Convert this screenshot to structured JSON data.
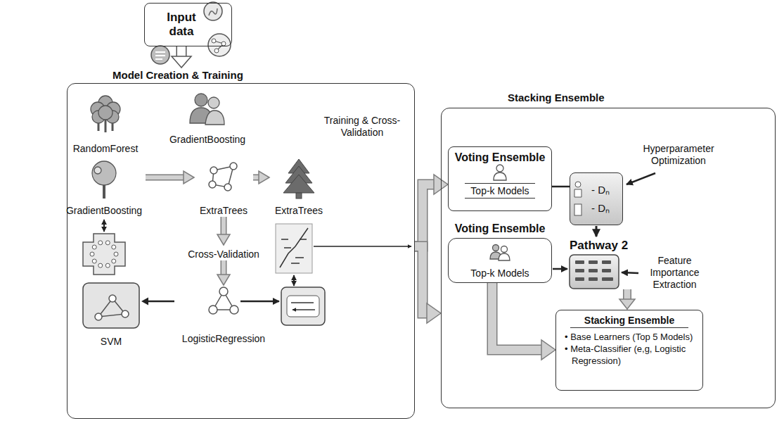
{
  "diagram": {
    "nodes": [
      {
        "text": [
          "Input data"
        ]
      },
      {
        "text": [
          "Model Creation & Training"
        ]
      },
      {
        "text": [
          "RandomForest"
        ],
        "in": 1
      },
      {
        "text": [
          "GradientBoosting"
        ],
        "in": 1
      },
      {
        "text": [
          "GradientBoosting"
        ],
        "in": 1
      },
      {
        "text": [
          "ExtraTrees"
        ],
        "in": 1
      },
      {
        "text": [
          "ExtraTrees"
        ],
        "in": 1
      },
      {
        "text": [
          "Cross-Validation"
        ],
        "in": 1
      },
      {
        "text": [
          "SVM"
        ],
        "in": 1
      },
      {
        "text": [
          "LogisticRegression"
        ],
        "in": 1
      },
      {
        "text": [
          "Stacking Ensemble"
        ]
      },
      {
        "text": [
          "Voting Ensemble",
          "Top-k Models"
        ],
        "in": 10
      },
      {
        "text": [
          "- Dₙ",
          "- Dₙ"
        ],
        "in": 10
      },
      {
        "text": [
          "Voting Ensemble",
          "Top-k Models"
        ],
        "in": 10
      },
      {
        "text": [
          "Stacking Ensemble",
          "• Base Learners (Top 5 Models)",
          "• Meta-Classifier (e,g, Logistic Regression)"
        ],
        "in": 10
      }
    ],
    "edges": [
      {
        "from": 4,
        "to": 5,
        "arrow": "to"
      },
      {
        "from": 5,
        "to": 6,
        "arrow": "to"
      },
      {
        "from": 5,
        "to": 7,
        "arrow": "to"
      },
      {
        "from": 7,
        "to": 9,
        "arrow": "to"
      },
      {
        "from": 9,
        "to": 8,
        "arrow": "to"
      },
      {
        "from": 0,
        "to": 1,
        "arrow": "to"
      },
      {
        "from": 1,
        "to": 11,
        "arrow": "to"
      },
      {
        "from": 1,
        "to": 10,
        "arrow": "to"
      },
      {
        "from": 11,
        "to": 12,
        "arrow": "none"
      },
      {
        "from": 13,
        "to": 14,
        "arrow": "to"
      }
    ],
    "labels": [
      "Training & Cross-Validation",
      "Hyperparameter Optimization",
      "Pathway 2",
      "Feature Importance Extraction"
    ]
  }
}
